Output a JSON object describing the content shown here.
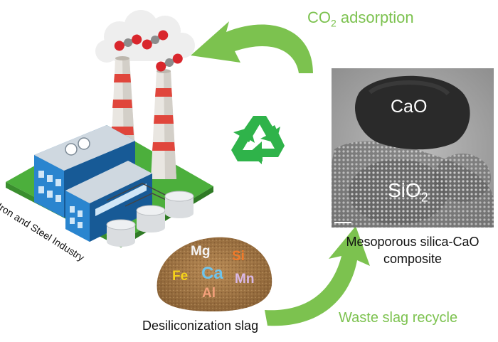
{
  "labels": {
    "co2_prefix": "CO",
    "co2_sub": "2",
    "co2_suffix": " adsorption",
    "industry": "Iron and Steel Industry",
    "composite_line1": "Mesoporous silica-CaO",
    "composite_line2": "composite",
    "slag": "Desiliconization slag",
    "recycle": "Waste slag recycle"
  },
  "tem_image": {
    "cao": "CaO",
    "sio2_prefix": "SiO",
    "sio2_sub": "2"
  },
  "slag_elements": [
    {
      "symbol": "Mg",
      "color": "#f4f4f4"
    },
    {
      "symbol": "Si",
      "color": "#f07a2a"
    },
    {
      "symbol": "Fe",
      "color": "#f5d21a"
    },
    {
      "symbol": "Ca",
      "color": "#6fc3ea"
    },
    {
      "symbol": "Mn",
      "color": "#d9b8e6"
    },
    {
      "symbol": "Al",
      "color": "#f3a07a"
    }
  ],
  "colors": {
    "arrow_green": "#7cc24f",
    "recycle_green": "#2fb34a",
    "factory_blue": "#1f6fb5",
    "ground_green": "#4caf3c",
    "stack_red": "#e0463c"
  },
  "icons": [
    "recycle-icon",
    "factory-icon",
    "co2-molecule-icon",
    "smoke-cloud-icon",
    "storage-tank-icon"
  ]
}
